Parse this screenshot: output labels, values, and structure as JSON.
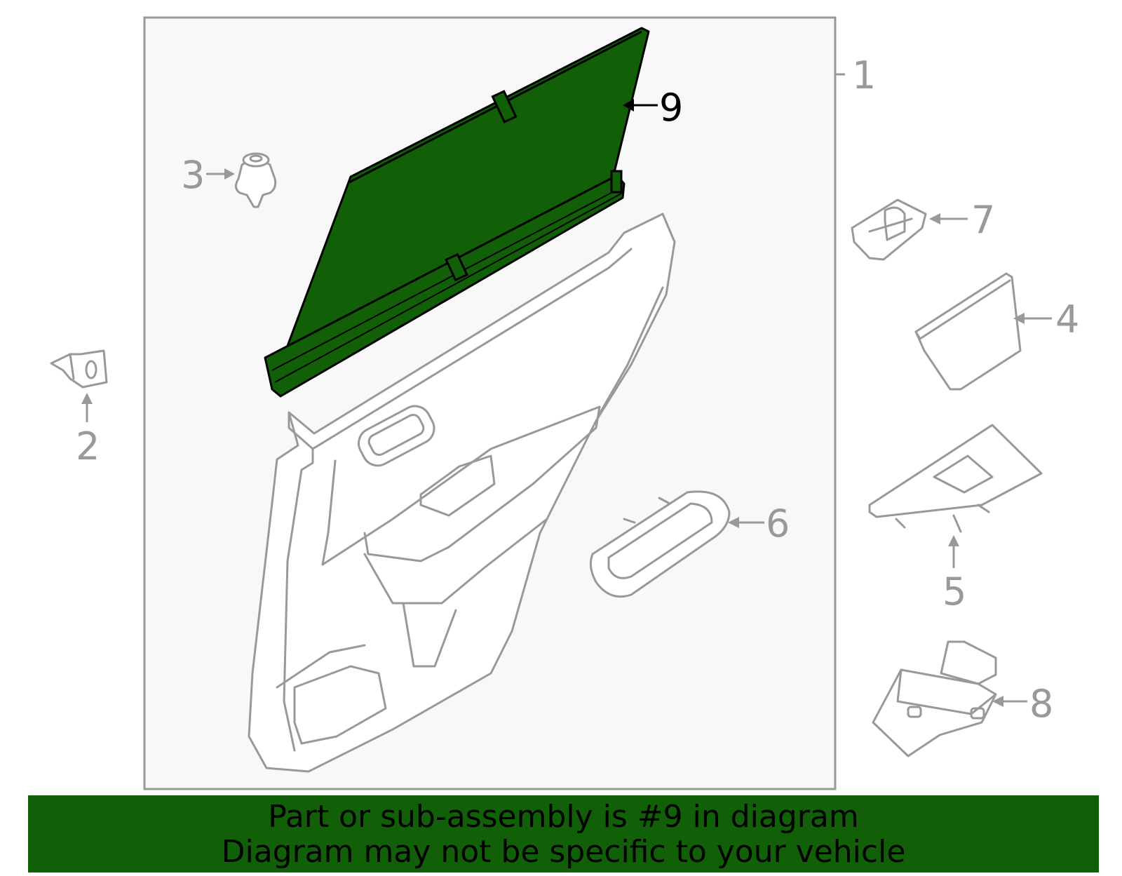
{
  "diagram": {
    "callouts": [
      {
        "id": "1",
        "label": "1"
      },
      {
        "id": "2",
        "label": "2"
      },
      {
        "id": "3",
        "label": "3"
      },
      {
        "id": "4",
        "label": "4"
      },
      {
        "id": "5",
        "label": "5"
      },
      {
        "id": "6",
        "label": "6"
      },
      {
        "id": "7",
        "label": "7"
      },
      {
        "id": "8",
        "label": "8"
      },
      {
        "id": "9",
        "label": "9"
      }
    ],
    "highlighted_part": "9"
  },
  "banner": {
    "line1": "Part or sub-assembly is #9 in diagram",
    "line2": "Diagram may not be specific to your vehicle"
  },
  "colors": {
    "highlight": "#116008",
    "outline": "#999999",
    "frame_fill": "#f8f8f8"
  }
}
